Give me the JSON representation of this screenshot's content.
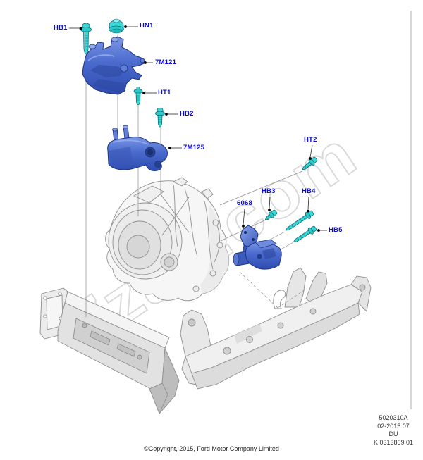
{
  "watermark": "7zap.com",
  "callouts": {
    "hb1": "HB1",
    "hn1": "HN1",
    "m7121": "7M121",
    "ht1": "HT1",
    "hb2": "HB2",
    "m7125": "7M125",
    "ht2": "HT2",
    "hb3": "HB3",
    "hb4": "HB4",
    "p6068": "6068",
    "hb5": "HB5"
  },
  "plate": {
    "code": "5020310A",
    "date": "02-2015 07",
    "region": "DU",
    "ref": "K 0313869 01"
  },
  "footer": {
    "copyright": "©Copyright, 2015, Ford Motor Company Limited"
  },
  "colors": {
    "label_blue": "#0a0ad0",
    "part_blue": "#4a6ace",
    "fastener_cyan": "#3bd9d6",
    "context_gray": "#e4e4e4"
  }
}
